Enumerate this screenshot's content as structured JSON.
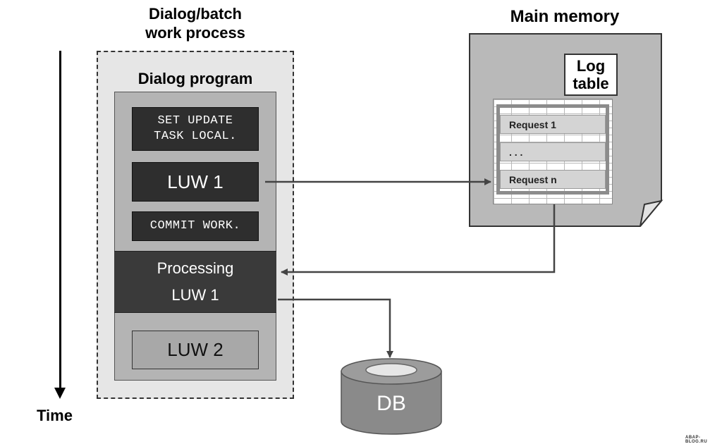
{
  "process": {
    "title_line1": "Dialog/batch",
    "title_line2": "work process",
    "program_label": "Dialog program",
    "set_update": "SET UPDATE\nTASK LOCAL.",
    "luw1": "LUW 1",
    "commit": "COMMIT WORK.",
    "processing_line1": "Processing",
    "processing_line2": "LUW 1",
    "luw2": "LUW 2"
  },
  "memory": {
    "title": "Main memory",
    "log_line1": "Log",
    "log_line2": "table",
    "requests": [
      "Request 1",
      ". . .",
      "Request n"
    ]
  },
  "db": {
    "label": "DB"
  },
  "time": {
    "label": "Time"
  },
  "watermark": "ABAP-BLOG.RU",
  "colors": {
    "dark_box": "#2e2e2e",
    "mid_gray": "#b4b4b4",
    "light_gray": "#e6e6e6",
    "db_gray": "#8a8a8a"
  }
}
